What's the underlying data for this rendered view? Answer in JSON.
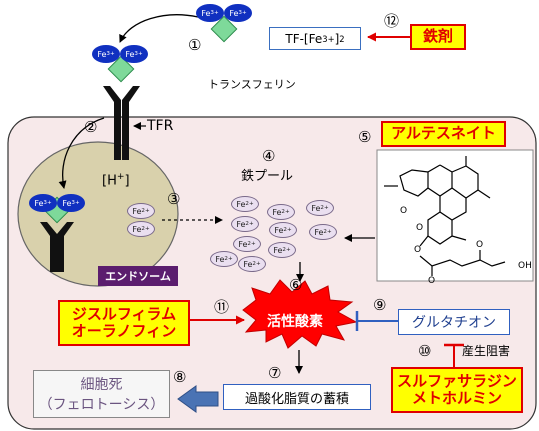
{
  "transferrin": {
    "label": "トランスフェリン",
    "number": "①",
    "fe_left": "Fe",
    "fe_right": "Fe",
    "fe_charge": "3+"
  },
  "tf_box": {
    "text": "TF-[Fe",
    "charge": "3+",
    "tail": "]",
    "sub": "2"
  },
  "iron_agent": {
    "number": "⑫",
    "label": "鉄剤"
  },
  "tfr": {
    "number": "②",
    "label": "TFR"
  },
  "endosome": {
    "number": "③",
    "h_text": "[H",
    "h_charge": "+",
    "h_close": "]",
    "label": "エンドソーム"
  },
  "iron_pool": {
    "number": "④",
    "label": "鉄プール",
    "ion": "Fe",
    "ion_charge": "2+"
  },
  "artesunate": {
    "number": "⑤",
    "label": "アルテスネイト",
    "oh": "OH",
    "o": "O"
  },
  "ros": {
    "number": "⑥",
    "label": "活性酸素"
  },
  "lipid": {
    "number": "⑦",
    "label": "過酸化脂質の蓄積"
  },
  "death": {
    "number": "⑧",
    "line1": "細胞死",
    "line2": "（フェロトーシス）"
  },
  "glutathione": {
    "number": "⑨",
    "label": "グルタチオン"
  },
  "production": {
    "number": "⑩",
    "label": "産生阻害"
  },
  "disulfiram": {
    "number": "⑪",
    "line1": "ジスルフィラム",
    "line2": "オーラノフィン"
  },
  "sulfasalazine": {
    "line1": "スルファサラジン",
    "line2": "メトホルミン"
  },
  "colors": {
    "iron_blue": "#1030c0",
    "tf_green": "#7ed99a",
    "cell_fill": "#f7e9ea",
    "endosome_fill": "#d9d1ac",
    "drug_red": "#e00000",
    "drug_yellow": "#ffff00",
    "label_purple": "#5b1d6e"
  }
}
